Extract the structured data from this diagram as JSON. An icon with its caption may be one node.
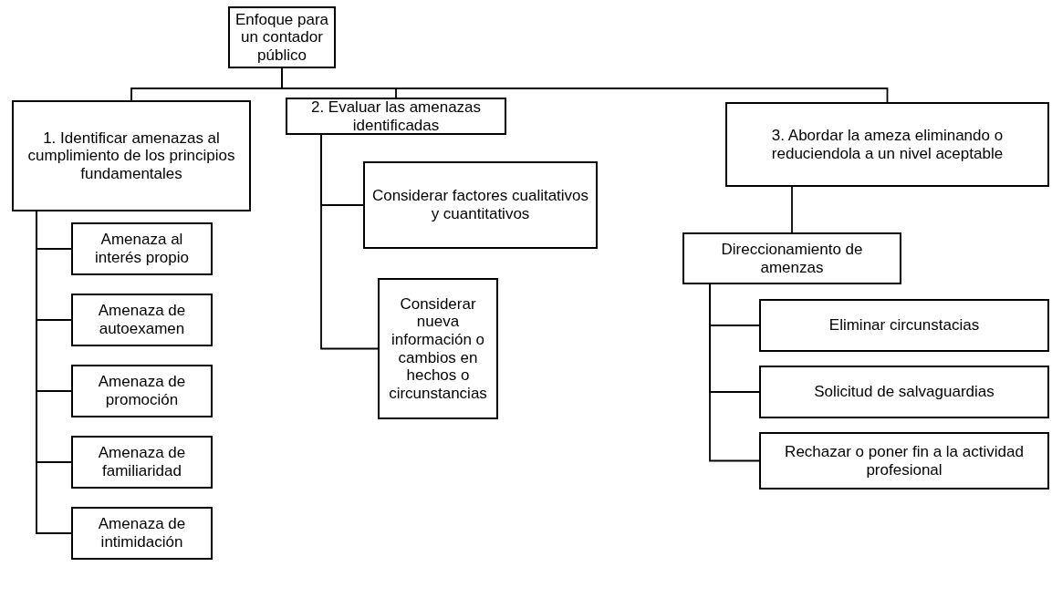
{
  "diagram": {
    "nodes": [
      {
        "text": [
          "Enfoque para un contador público"
        ]
      },
      {
        "text": [
          "1. Identificar amenazas al cumplimiento de los principios fundamentales"
        ]
      },
      {
        "text": [
          "2. Evaluar las amenazas identificadas"
        ]
      },
      {
        "text": [
          "3. Abordar la ameza eliminando o reduciendola a un nivel aceptable"
        ]
      },
      {
        "text": [
          "Amenaza al interés propio"
        ]
      },
      {
        "text": [
          "Amenaza de autoexamen"
        ]
      },
      {
        "text": [
          "Amenaza de promoción"
        ]
      },
      {
        "text": [
          "Amenaza de familiaridad"
        ]
      },
      {
        "text": [
          "Amenaza de intimidación"
        ]
      },
      {
        "text": [
          "Considerar factores cualitativos y cuantitativos"
        ]
      },
      {
        "text": [
          "Considerar nueva información o cambios en hechos o circunstancias"
        ]
      },
      {
        "text": [
          "Direccionamiento de amenzas"
        ]
      },
      {
        "text": [
          "Eliminar circunstacias"
        ]
      },
      {
        "text": [
          "Solicitud de salvaguardias"
        ]
      },
      {
        "text": [
          "Rechazar o poner fin a la actividad profesional"
        ]
      }
    ],
    "edges": [
      {
        "from": 0,
        "to": 1,
        "arrow": "none"
      },
      {
        "from": 0,
        "to": 2,
        "arrow": "none"
      },
      {
        "from": 0,
        "to": 3,
        "arrow": "none"
      },
      {
        "from": 1,
        "to": 4,
        "arrow": "none"
      },
      {
        "from": 1,
        "to": 5,
        "arrow": "none"
      },
      {
        "from": 1,
        "to": 6,
        "arrow": "none"
      },
      {
        "from": 1,
        "to": 7,
        "arrow": "none"
      },
      {
        "from": 1,
        "to": 8,
        "arrow": "none"
      },
      {
        "from": 2,
        "to": 9,
        "arrow": "none"
      },
      {
        "from": 2,
        "to": 10,
        "arrow": "none"
      },
      {
        "from": 3,
        "to": 11,
        "arrow": "none"
      },
      {
        "from": 11,
        "to": 12,
        "arrow": "none"
      },
      {
        "from": 11,
        "to": 13,
        "arrow": "none"
      },
      {
        "from": 11,
        "to": 14,
        "arrow": "none"
      }
    ]
  }
}
